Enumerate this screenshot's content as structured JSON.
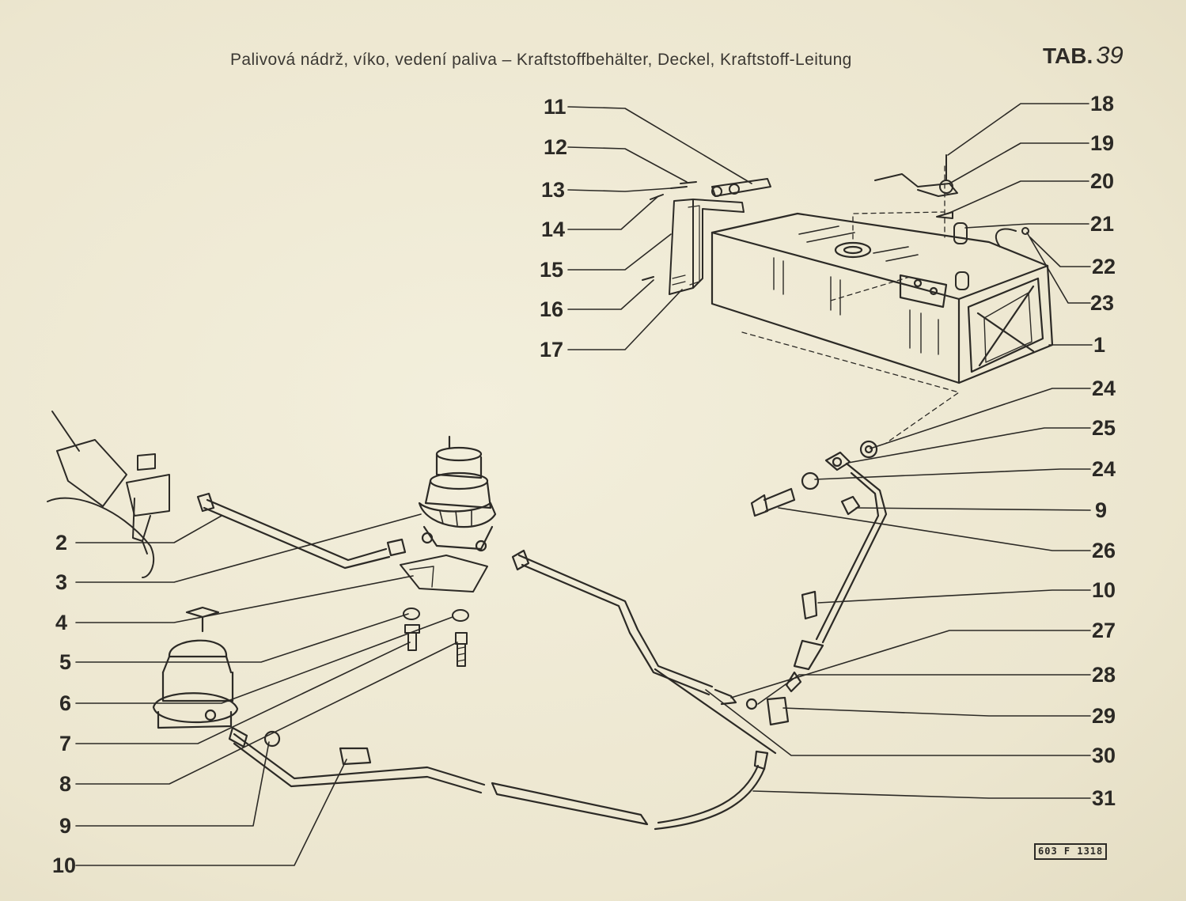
{
  "header": {
    "title": "Palivová nádrž, víko, vedení paliva – Kraftstoffbehälter, Deckel, Kraftstoff-Leitung",
    "tab_prefix": "TAB.",
    "tab_number": "39"
  },
  "callouts": {
    "c11": "11",
    "c12": "12",
    "c13": "13",
    "c14": "14",
    "c15": "15",
    "c16": "16",
    "c17": "17",
    "c18": "18",
    "c19": "19",
    "c20": "20",
    "c21": "21",
    "c22": "22",
    "c23": "23",
    "c1": "1",
    "c24a": "24",
    "c25": "25",
    "c24b": "24",
    "c9r": "9",
    "c26": "26",
    "c10r": "10",
    "c27": "27",
    "c28": "28",
    "c29": "29",
    "c30": "30",
    "c31": "31",
    "c2": "2",
    "c3": "3",
    "c4": "4",
    "c5": "5",
    "c6": "6",
    "c7": "7",
    "c8": "8",
    "c9l": "9",
    "c10l": "10"
  },
  "drawing_code": "603 F 1318"
}
